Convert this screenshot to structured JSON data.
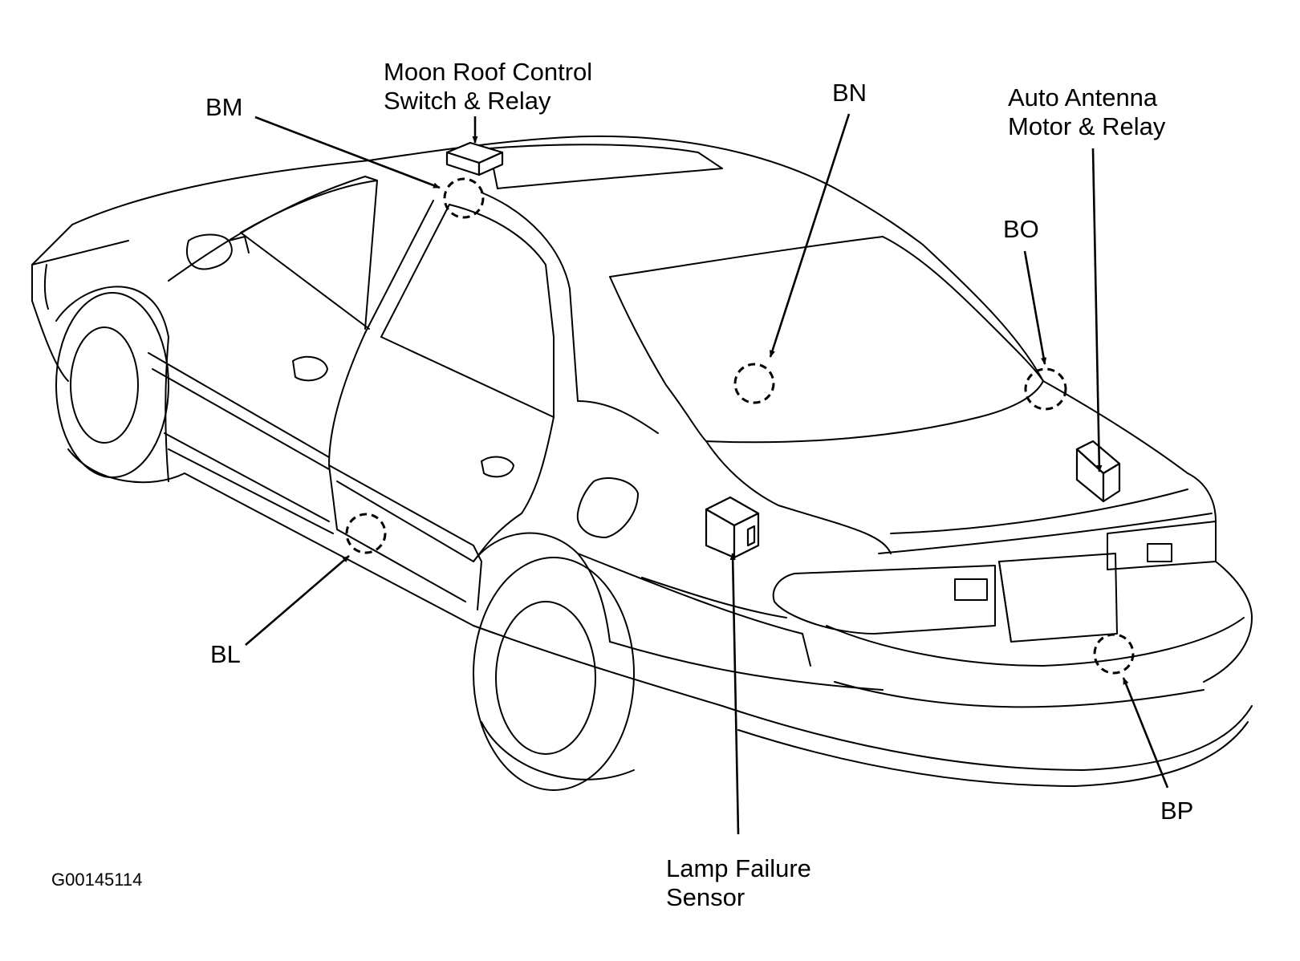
{
  "labels": {
    "moon_roof": [
      "Moon Roof Control",
      "Switch & Relay"
    ],
    "bm": "BM",
    "bn": "BN",
    "auto_antenna": [
      "Auto Antenna",
      "Motor & Relay"
    ],
    "bo": "BO",
    "bl": "BL",
    "bp": "BP",
    "lamp_failure": [
      "Lamp Failure",
      "Sensor"
    ]
  },
  "figure_code": "G00145114"
}
